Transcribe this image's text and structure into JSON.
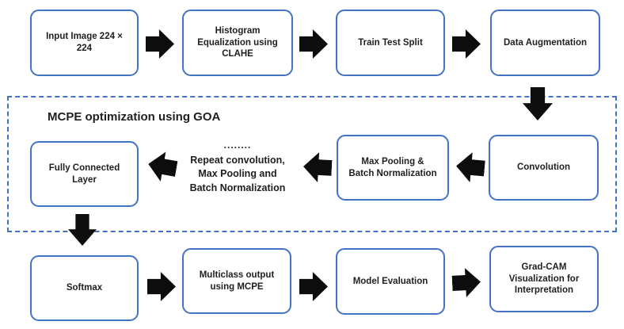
{
  "diagram": {
    "background": "#ffffff",
    "colors": {
      "box_border": "#4472c4",
      "dashed_group_border": "#4472c4",
      "arrow": "#0d0d0d",
      "text": "#1f1f1f"
    },
    "group": {
      "title": "MCPE optimization using GOA"
    },
    "nodes": {
      "input_image": "Input Image 224 ×\n224",
      "histogram": "Histogram\nEqualization using\nCLAHE",
      "train_test": "Train Test Split",
      "data_aug": "Data Augmentation",
      "convolution": "Convolution",
      "max_pool_bn": "Max Pooling &\nBatch Normalization",
      "fully_connected": "Fully Connected\nLayer",
      "softmax": "Softmax",
      "multiclass": "Multiclass output\nusing MCPE",
      "model_eval": "Model Evaluation",
      "gradcam": "Grad-CAM\nVisualization for\nInterpretation"
    },
    "repeat_note": {
      "dots": "........",
      "text": "Repeat convolution,\nMax Pooling and\nBatch Normalization"
    }
  }
}
